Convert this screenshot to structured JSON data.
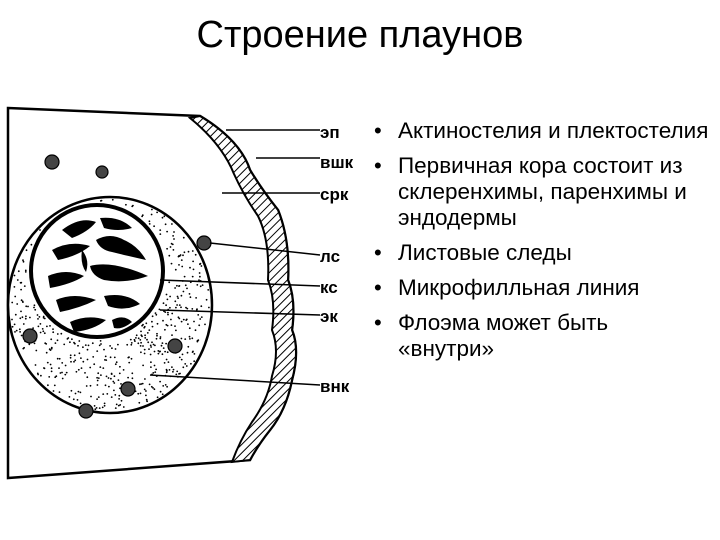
{
  "slide": {
    "title": "Строение плаунов"
  },
  "figure": {
    "labels": [
      {
        "id": "ep",
        "text": "эп"
      },
      {
        "id": "vshk",
        "text": "вшк"
      },
      {
        "id": "srk",
        "text": "срк"
      },
      {
        "id": "ls",
        "text": "лс"
      },
      {
        "id": "ks",
        "text": "кс"
      },
      {
        "id": "ek",
        "text": "эк"
      },
      {
        "id": "vnk",
        "text": "внк"
      }
    ]
  },
  "bullets": [
    "Актиностелия и плектостелия",
    "Первичная кора состоит из склеренхимы, паренхимы и эндодермы",
    "Листовые следы",
    "Микрофилльная линия",
    "Флоэма может быть «внутри»"
  ],
  "colors": {
    "ink": "#000000",
    "background": "#ffffff"
  }
}
